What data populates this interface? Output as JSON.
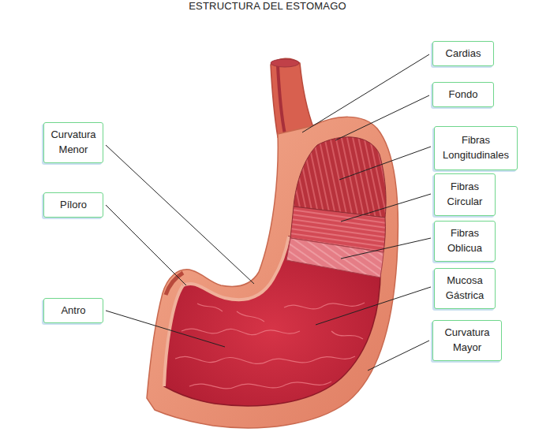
{
  "diagram": {
    "title": "ESTRUCTURA DEL ESTOMAGO",
    "nodes": [
      {
        "text": [
          "Cardias"
        ]
      },
      {
        "text": [
          "Fondo"
        ]
      },
      {
        "text": [
          "Fibras Longitudinales"
        ]
      },
      {
        "text": [
          "Fibras Circular"
        ]
      },
      {
        "text": [
          "Fibras Oblicua"
        ]
      },
      {
        "text": [
          "Mucosa Gástrica"
        ]
      },
      {
        "text": [
          "Curvatura Mayor"
        ]
      },
      {
        "text": [
          "Curvatura Menor"
        ]
      },
      {
        "text": [
          "Píloro"
        ]
      },
      {
        "text": [
          "Antro"
        ]
      }
    ]
  }
}
